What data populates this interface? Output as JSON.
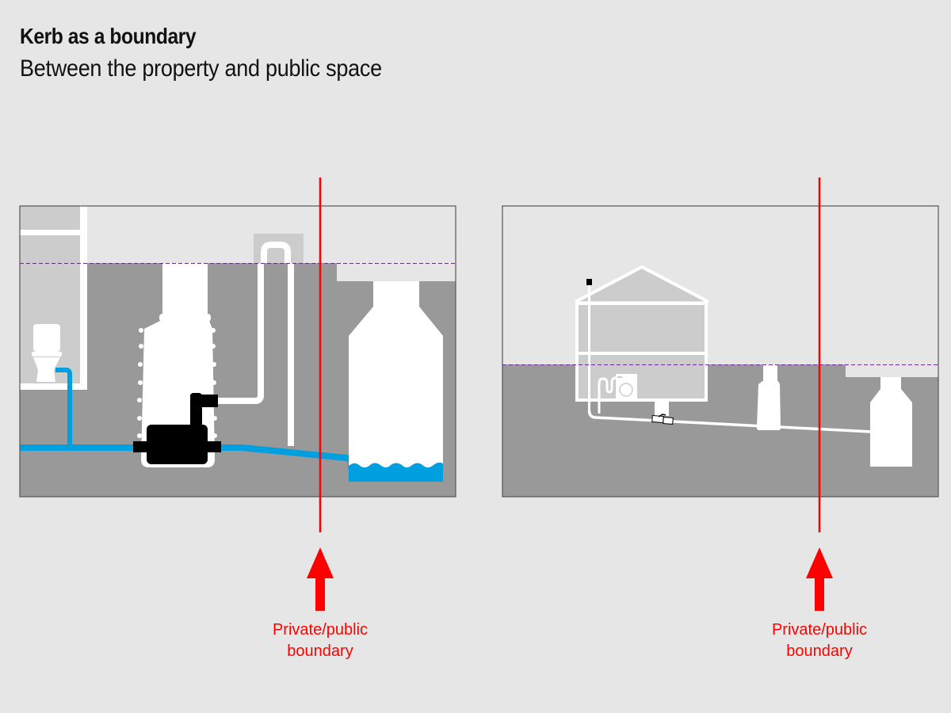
{
  "header": {
    "title": "Kerb as a boundary",
    "subtitle": "Between the property and public space"
  },
  "panels": [
    {
      "name": "left-panel-pumping-station-detail",
      "boundary_label_line1": "Private/public",
      "boundary_label_line2": "boundary"
    },
    {
      "name": "right-panel-house-overview",
      "boundary_label_line1": "Private/public",
      "boundary_label_line2": "boundary"
    }
  ],
  "colors": {
    "background": "#e6e6e6",
    "ground": "#999999",
    "building": "#cccccc",
    "pipe": "#ffffff",
    "water": "#009fdf",
    "pump": "#000000",
    "boundary": "#ff0000",
    "ground_level_line": "#6a2c91"
  }
}
